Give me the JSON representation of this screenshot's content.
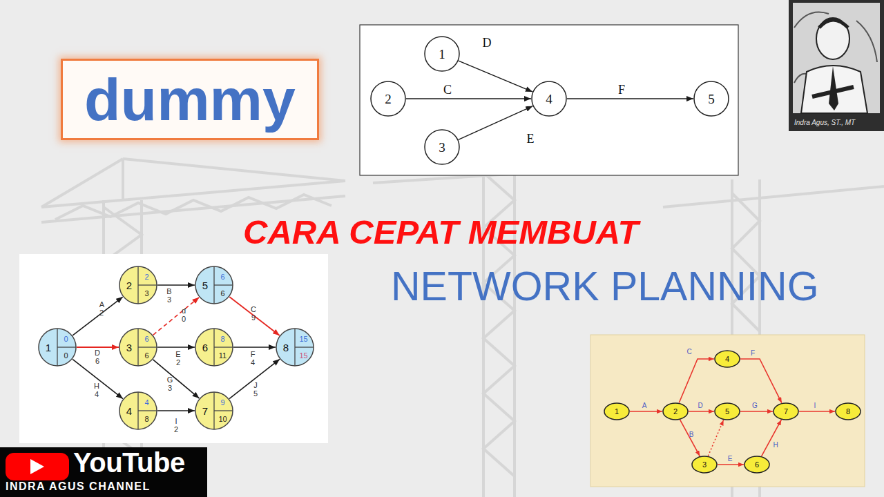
{
  "diagram": {
    "nodes": [
      {
        "text": [
          "dummy"
        ]
      },
      {
        "text": [
          "1"
        ]
      },
      {
        "text": [
          "2"
        ]
      },
      {
        "text": [
          "3"
        ]
      },
      {
        "text": [
          "4"
        ]
      },
      {
        "text": [
          "5"
        ]
      },
      {
        "text": [
          "1",
          "0",
          "0"
        ]
      },
      {
        "text": [
          "2",
          "2",
          "3"
        ]
      },
      {
        "text": [
          "3",
          "6",
          "6"
        ]
      },
      {
        "text": [
          "4",
          "4",
          "8"
        ]
      },
      {
        "text": [
          "5",
          "6",
          "6"
        ]
      },
      {
        "text": [
          "6",
          "8",
          "11"
        ]
      },
      {
        "text": [
          "7",
          "9",
          "10"
        ]
      },
      {
        "text": [
          "8",
          "15",
          "15"
        ]
      },
      {
        "text": [
          "1"
        ]
      },
      {
        "text": [
          "2"
        ]
      },
      {
        "text": [
          "3"
        ]
      },
      {
        "text": [
          "4"
        ]
      },
      {
        "text": [
          "5"
        ]
      },
      {
        "text": [
          "6"
        ]
      },
      {
        "text": [
          "7"
        ]
      },
      {
        "text": [
          "8"
        ]
      }
    ],
    "edges": [
      {
        "from": 1,
        "to": 4,
        "arrow": "to",
        "label": "D"
      },
      {
        "from": 2,
        "to": 4,
        "arrow": "to",
        "label": "C"
      },
      {
        "from": 3,
        "to": 4,
        "arrow": "to",
        "label": "E"
      },
      {
        "from": 4,
        "to": 5,
        "arrow": "to",
        "label": "F"
      },
      {
        "from": 6,
        "to": 7,
        "arrow": "to",
        "label": "A 2"
      },
      {
        "from": 6,
        "to": 8,
        "arrow": "to",
        "label": "D 6"
      },
      {
        "from": 6,
        "to": 9,
        "arrow": "to",
        "label": "H 4"
      },
      {
        "from": 7,
        "to": 10,
        "arrow": "to",
        "label": "B 3"
      },
      {
        "from": 8,
        "to": 10,
        "arrow": "to",
        "label": "d 0"
      },
      {
        "from": 8,
        "to": 11,
        "arrow": "to",
        "label": "E 2"
      },
      {
        "from": 8,
        "to": 12,
        "arrow": "to",
        "label": "G 3"
      },
      {
        "from": 9,
        "to": 12,
        "arrow": "to",
        "label": "I 2"
      },
      {
        "from": 10,
        "to": 13,
        "arrow": "to",
        "label": "C 9"
      },
      {
        "from": 11,
        "to": 13,
        "arrow": "to",
        "label": "F 4"
      },
      {
        "from": 12,
        "to": 13,
        "arrow": "to",
        "label": "J 5"
      },
      {
        "from": 14,
        "to": 15,
        "arrow": "to",
        "label": "A"
      },
      {
        "from": 15,
        "to": 17,
        "arrow": "to",
        "label": "C"
      },
      {
        "from": 15,
        "to": 18,
        "arrow": "to",
        "label": "D"
      },
      {
        "from": 15,
        "to": 16,
        "arrow": "to",
        "label": "B"
      },
      {
        "from": 16,
        "to": 18,
        "arrow": "to"
      },
      {
        "from": 16,
        "to": 19,
        "arrow": "to",
        "label": "E"
      },
      {
        "from": 17,
        "to": 20,
        "arrow": "to",
        "label": "F"
      },
      {
        "from": 18,
        "to": 20,
        "arrow": "to",
        "label": "G"
      },
      {
        "from": 19,
        "to": 20,
        "arrow": "to",
        "label": "H"
      },
      {
        "from": 20,
        "to": 21,
        "arrow": "to",
        "label": "I"
      }
    ],
    "labels": [
      "CARA CEPAT MEMBUAT",
      "NETWORK PLANNING",
      "Indra Agus, ST., MT",
      "YouTube",
      "INDRA AGUS CHANNEL"
    ]
  }
}
